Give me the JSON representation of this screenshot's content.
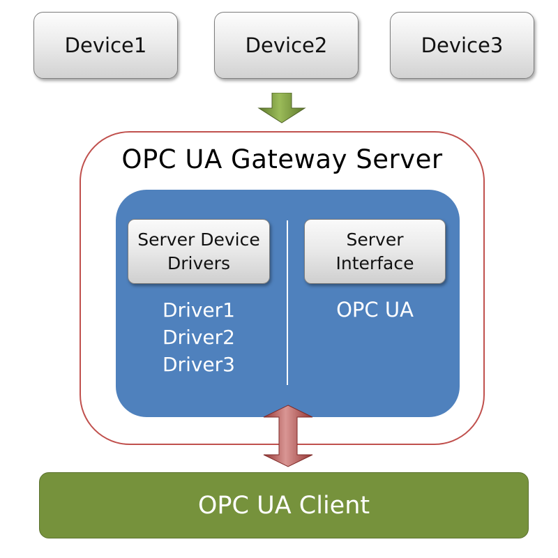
{
  "devices": [
    {
      "label": "Device1"
    },
    {
      "label": "Device2"
    },
    {
      "label": "Device3"
    }
  ],
  "gateway": {
    "title": "OPC UA Gateway Server",
    "drivers_box_label": "Server Device\nDrivers",
    "drivers": [
      "Driver1",
      "Driver2",
      "Driver3"
    ],
    "interface_box_label": "Server\nInterface",
    "protocol": "OPC UA"
  },
  "client": {
    "label": "OPC UA Client"
  },
  "colors": {
    "gateway_border": "#c0504d",
    "inner_panel": "#4f81bd",
    "client_bar": "#76923c",
    "down_arrow": "#77933c",
    "bidirectional_arrow": "#c0504d"
  },
  "icons": {
    "devices_to_gateway": "down-arrow-icon",
    "gateway_client_link": "double-headed-arrow-icon"
  }
}
